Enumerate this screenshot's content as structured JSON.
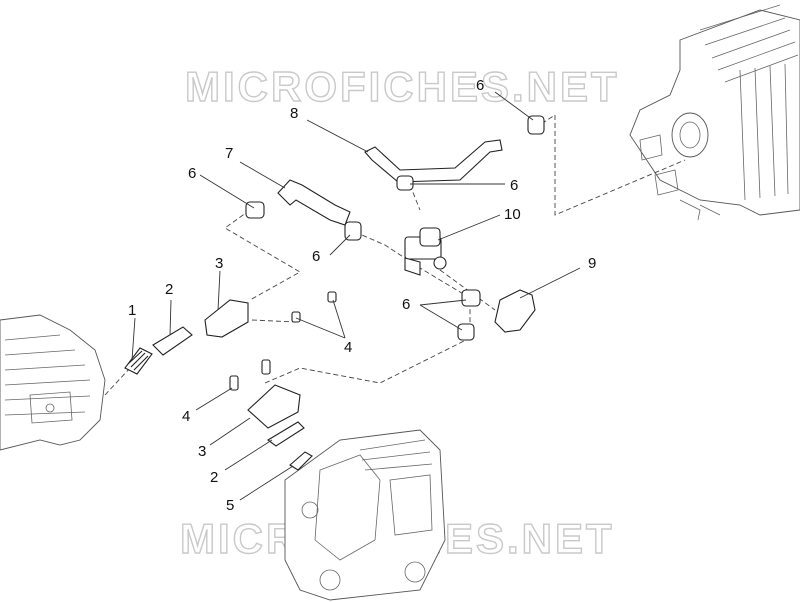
{
  "watermark": {
    "top": "MICROFICHES.NET",
    "bottom": "MICROFICHES.NET"
  },
  "callouts": {
    "c1": "1",
    "c2a": "2",
    "c2b": "2",
    "c3a": "3",
    "c3b": "3",
    "c4a": "4",
    "c4b": "4",
    "c5": "5",
    "c6a": "6",
    "c6b": "6",
    "c6c": "6",
    "c6d": "6",
    "c6e": "6",
    "c7": "7",
    "c8": "8",
    "c9": "9",
    "c10": "10"
  }
}
